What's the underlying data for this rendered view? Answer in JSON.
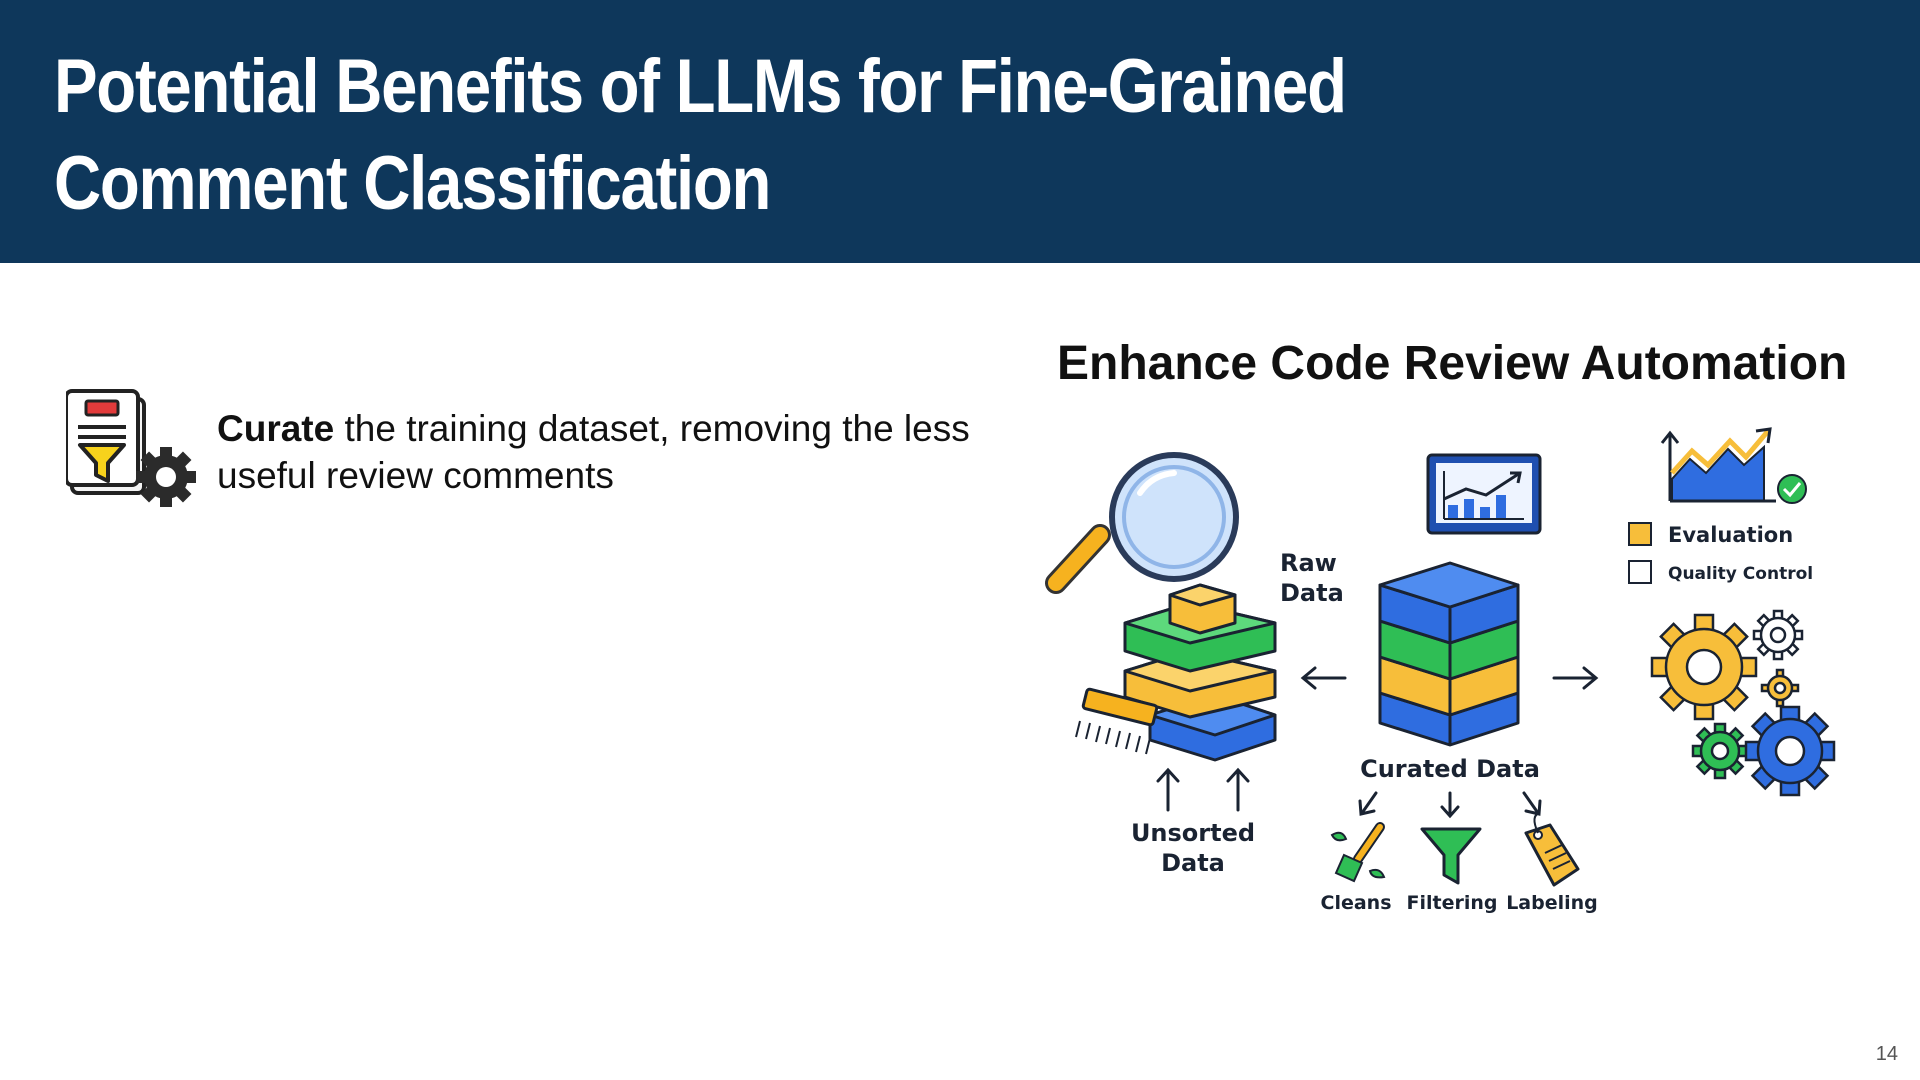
{
  "slide": {
    "title": "Potential Benefits of LLMs for Fine-Grained Comment Classification",
    "page_number": "14"
  },
  "bullet": {
    "emphasis": "Curate",
    "text": " the training dataset, removing the less useful review comments",
    "icon": "filter-document-gear-icon"
  },
  "figure": {
    "title": "Enhance Code Review Automation",
    "labels": {
      "raw_data_line1": "Raw",
      "raw_data_line2": "Data",
      "unsorted_line1": "Unsorted",
      "unsorted_line2": "Data",
      "curated": "Curated Data",
      "cleans": "Cleans",
      "filtering": "Filtering",
      "labeling": "Labeling",
      "evaluation": "Evaluation",
      "quality_control": "Quality Control"
    },
    "colors": {
      "blue": "#2f6de0",
      "green": "#2fbe55",
      "yellow": "#f7be3a",
      "navy": "#0e375b"
    }
  }
}
